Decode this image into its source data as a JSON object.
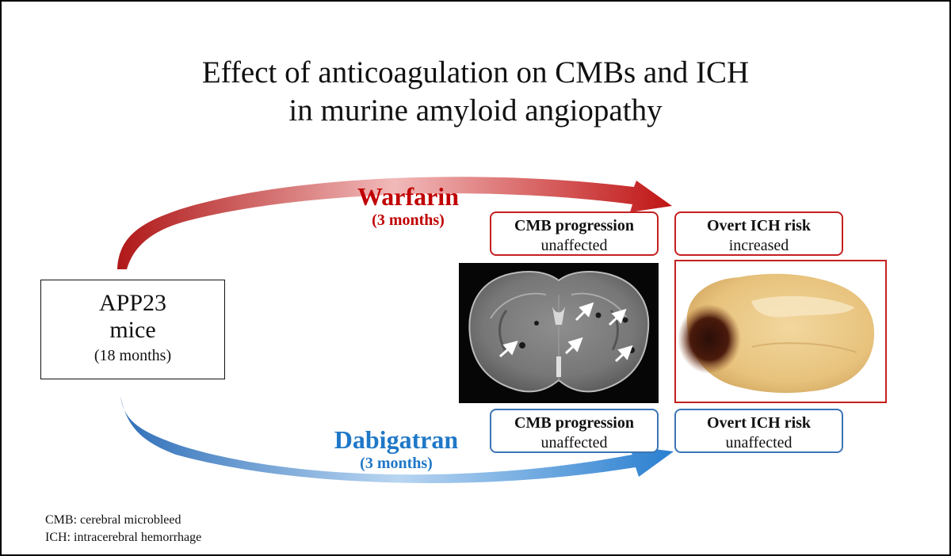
{
  "title": {
    "line1": "Effect of anticoagulation on CMBs and ICH",
    "line2": "in murine amyloid angiopathy"
  },
  "mice": {
    "line1": "APP23",
    "line2": "mice",
    "line3": "(18 months)"
  },
  "warfarin": {
    "name": "Warfarin",
    "duration": "(3 months)",
    "color": "#c00000",
    "cmb": {
      "heading": "CMB progression",
      "value": "unaffected"
    },
    "ich": {
      "heading": "Overt ICH risk",
      "value": "increased"
    }
  },
  "dabigatran": {
    "name": "Dabigatran",
    "duration": "(3 months)",
    "color": "#1f78c8",
    "cmb": {
      "heading": "CMB progression",
      "value": "unaffected"
    },
    "ich": {
      "heading": "Overt ICH risk",
      "value": "unaffected"
    }
  },
  "legend": {
    "cmb": "CMB: cerebral microbleed",
    "ich": "ICH: intracerebral hemorrhage"
  }
}
